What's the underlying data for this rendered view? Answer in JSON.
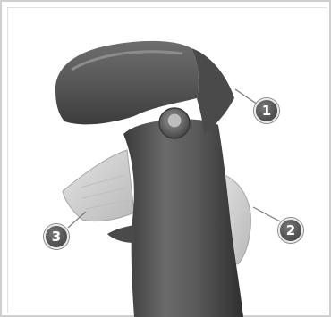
{
  "callouts": [
    {
      "number": "1"
    },
    {
      "number": "2"
    },
    {
      "number": "3"
    }
  ],
  "colors": {
    "grip_dark": "#3f3f3f",
    "grip_mid": "#5e5e5e",
    "grip_light": "#8a8a8a",
    "paddle": "#cfcfcf",
    "badge": "#505050",
    "frame": "#cfcfcf"
  }
}
